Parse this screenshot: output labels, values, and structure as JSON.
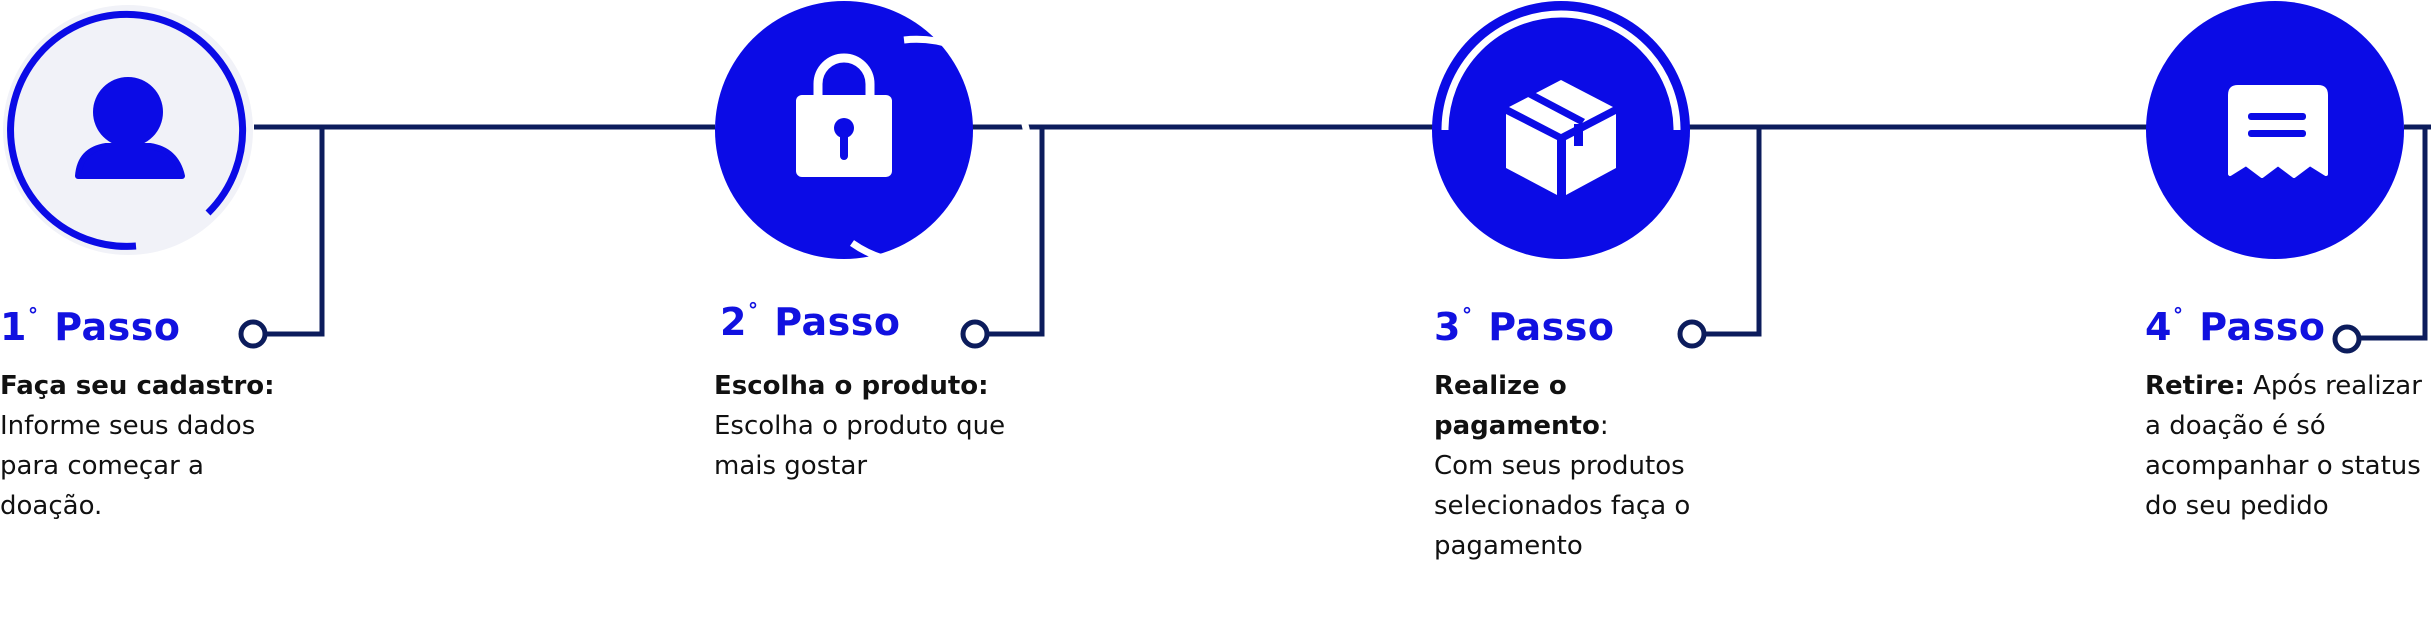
{
  "colors": {
    "brand_blue": "#0b0be6",
    "navy_line": "#0c1c5c",
    "light_circle": "#f1f2f8",
    "text": "#111111"
  },
  "steps": [
    {
      "number": "1",
      "degree": "°",
      "label": "Passo",
      "icon": "user-icon",
      "heading": "Faça seu cadastro:",
      "body": "Informe seus dados para começar a doação."
    },
    {
      "number": "2",
      "degree": "°",
      "label": "Passo",
      "icon": "lock-icon",
      "heading": "Escolha o produto:",
      "body": "Escolha o produto que mais gostar"
    },
    {
      "number": "3",
      "degree": "°",
      "label": "Passo",
      "icon": "package-icon",
      "heading": "Realize o pagamento",
      "heading_suffix": ":",
      "body": "Com seus produtos selecionados faça o pagamento"
    },
    {
      "number": "4",
      "degree": "°",
      "label": "Passo",
      "icon": "receipt-icon",
      "heading": "Retire:",
      "body": "Após realizar a doação é só acompanhar o status do seu pedido"
    }
  ]
}
